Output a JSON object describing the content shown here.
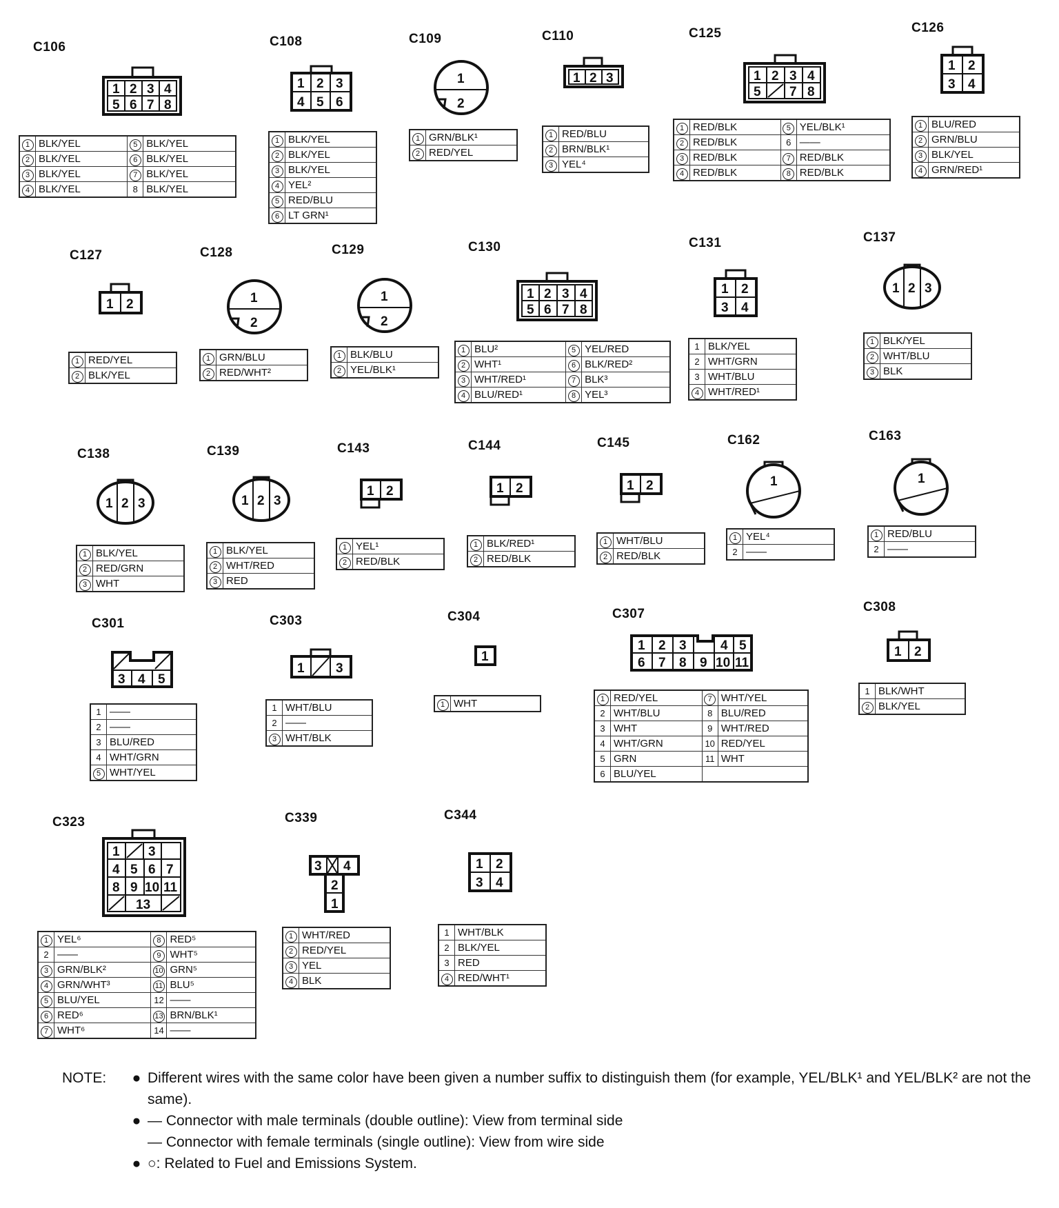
{
  "connectors": {
    "c106": {
      "id": "C106",
      "wires": [
        {
          "pin": "1",
          "circled": true,
          "color": "BLK/YEL"
        },
        {
          "pin": "2",
          "circled": true,
          "color": "BLK/YEL"
        },
        {
          "pin": "3",
          "circled": true,
          "color": "BLK/YEL"
        },
        {
          "pin": "4",
          "circled": true,
          "color": "BLK/YEL"
        },
        {
          "pin": "5",
          "circled": true,
          "color": "BLK/YEL"
        },
        {
          "pin": "6",
          "circled": true,
          "color": "BLK/YEL"
        },
        {
          "pin": "7",
          "circled": true,
          "color": "BLK/YEL"
        },
        {
          "pin": "8",
          "circled": false,
          "color": "BLK/YEL"
        }
      ]
    },
    "c108": {
      "id": "C108",
      "wires": [
        {
          "pin": "1",
          "circled": true,
          "color": "BLK/YEL"
        },
        {
          "pin": "2",
          "circled": true,
          "color": "BLK/YEL"
        },
        {
          "pin": "3",
          "circled": true,
          "color": "BLK/YEL"
        },
        {
          "pin": "4",
          "circled": true,
          "color": "YEL²"
        },
        {
          "pin": "5",
          "circled": true,
          "color": "RED/BLU"
        },
        {
          "pin": "6",
          "circled": true,
          "color": "LT GRN¹"
        }
      ]
    },
    "c109": {
      "id": "C109",
      "wires": [
        {
          "pin": "1",
          "circled": true,
          "color": "GRN/BLK¹"
        },
        {
          "pin": "2",
          "circled": true,
          "color": "RED/YEL"
        }
      ]
    },
    "c110": {
      "id": "C110",
      "wires": [
        {
          "pin": "1",
          "circled": true,
          "color": "RED/BLU"
        },
        {
          "pin": "2",
          "circled": true,
          "color": "BRN/BLK¹"
        },
        {
          "pin": "3",
          "circled": true,
          "color": "YEL⁴"
        }
      ]
    },
    "c125": {
      "id": "C125",
      "wires": [
        {
          "pin": "1",
          "circled": true,
          "color": "RED/BLK"
        },
        {
          "pin": "2",
          "circled": true,
          "color": "RED/BLK"
        },
        {
          "pin": "3",
          "circled": true,
          "color": "RED/BLK"
        },
        {
          "pin": "4",
          "circled": true,
          "color": "RED/BLK"
        },
        {
          "pin": "5",
          "circled": true,
          "color": "YEL/BLK¹"
        },
        {
          "pin": "6",
          "circled": false,
          "color": "——"
        },
        {
          "pin": "7",
          "circled": true,
          "color": "RED/BLK"
        },
        {
          "pin": "8",
          "circled": true,
          "color": "RED/BLK"
        }
      ]
    },
    "c126": {
      "id": "C126",
      "wires": [
        {
          "pin": "1",
          "circled": true,
          "color": "BLU/RED"
        },
        {
          "pin": "2",
          "circled": true,
          "color": "GRN/BLU"
        },
        {
          "pin": "3",
          "circled": true,
          "color": "BLK/YEL"
        },
        {
          "pin": "4",
          "circled": true,
          "color": "GRN/RED¹"
        }
      ]
    },
    "c127": {
      "id": "C127",
      "wires": [
        {
          "pin": "1",
          "circled": true,
          "color": "RED/YEL"
        },
        {
          "pin": "2",
          "circled": true,
          "color": "BLK/YEL"
        }
      ]
    },
    "c128": {
      "id": "C128",
      "wires": [
        {
          "pin": "1",
          "circled": true,
          "color": "GRN/BLU"
        },
        {
          "pin": "2",
          "circled": true,
          "color": "RED/WHT²"
        }
      ]
    },
    "c129": {
      "id": "C129",
      "wires": [
        {
          "pin": "1",
          "circled": true,
          "color": "BLK/BLU"
        },
        {
          "pin": "2",
          "circled": true,
          "color": "YEL/BLK¹"
        }
      ]
    },
    "c130": {
      "id": "C130",
      "wires": [
        {
          "pin": "1",
          "circled": true,
          "color": "BLU²"
        },
        {
          "pin": "2",
          "circled": true,
          "color": "WHT¹"
        },
        {
          "pin": "3",
          "circled": true,
          "color": "WHT/RED¹"
        },
        {
          "pin": "4",
          "circled": true,
          "color": "BLU/RED¹"
        },
        {
          "pin": "5",
          "circled": true,
          "color": "YEL/RED"
        },
        {
          "pin": "6",
          "circled": true,
          "color": "BLK/RED²"
        },
        {
          "pin": "7",
          "circled": true,
          "color": "BLK³"
        },
        {
          "pin": "8",
          "circled": true,
          "color": "YEL³"
        }
      ]
    },
    "c131": {
      "id": "C131",
      "wires": [
        {
          "pin": "1",
          "circled": false,
          "color": "BLK/YEL"
        },
        {
          "pin": "2",
          "circled": false,
          "color": "WHT/GRN"
        },
        {
          "pin": "3",
          "circled": false,
          "color": "WHT/BLU"
        },
        {
          "pin": "4",
          "circled": true,
          "color": "WHT/RED¹"
        }
      ]
    },
    "c137": {
      "id": "C137",
      "wires": [
        {
          "pin": "1",
          "circled": true,
          "color": "BLK/YEL"
        },
        {
          "pin": "2",
          "circled": true,
          "color": "WHT/BLU"
        },
        {
          "pin": "3",
          "circled": true,
          "color": "BLK"
        }
      ]
    },
    "c138": {
      "id": "C138",
      "wires": [
        {
          "pin": "1",
          "circled": true,
          "color": "BLK/YEL"
        },
        {
          "pin": "2",
          "circled": true,
          "color": "RED/GRN"
        },
        {
          "pin": "3",
          "circled": true,
          "color": "WHT"
        }
      ]
    },
    "c139": {
      "id": "C139",
      "wires": [
        {
          "pin": "1",
          "circled": true,
          "color": "BLK/YEL"
        },
        {
          "pin": "2",
          "circled": true,
          "color": "WHT/RED"
        },
        {
          "pin": "3",
          "circled": true,
          "color": "RED"
        }
      ]
    },
    "c143": {
      "id": "C143",
      "wires": [
        {
          "pin": "1",
          "circled": true,
          "color": "YEL¹"
        },
        {
          "pin": "2",
          "circled": true,
          "color": "RED/BLK"
        }
      ]
    },
    "c144": {
      "id": "C144",
      "wires": [
        {
          "pin": "1",
          "circled": true,
          "color": "BLK/RED¹"
        },
        {
          "pin": "2",
          "circled": true,
          "color": "RED/BLK"
        }
      ]
    },
    "c145": {
      "id": "C145",
      "wires": [
        {
          "pin": "1",
          "circled": true,
          "color": "WHT/BLU"
        },
        {
          "pin": "2",
          "circled": true,
          "color": "RED/BLK"
        }
      ]
    },
    "c162": {
      "id": "C162",
      "wires": [
        {
          "pin": "1",
          "circled": true,
          "color": "YEL⁴"
        },
        {
          "pin": "2",
          "circled": false,
          "color": "——"
        }
      ]
    },
    "c163": {
      "id": "C163",
      "wires": [
        {
          "pin": "1",
          "circled": true,
          "color": "RED/BLU"
        },
        {
          "pin": "2",
          "circled": false,
          "color": "——"
        }
      ]
    },
    "c301": {
      "id": "C301",
      "wires": [
        {
          "pin": "1",
          "circled": false,
          "color": "——"
        },
        {
          "pin": "2",
          "circled": false,
          "color": "——"
        },
        {
          "pin": "3",
          "circled": false,
          "color": "BLU/RED"
        },
        {
          "pin": "4",
          "circled": false,
          "color": "WHT/GRN"
        },
        {
          "pin": "5",
          "circled": true,
          "color": "WHT/YEL"
        }
      ]
    },
    "c303": {
      "id": "C303",
      "wires": [
        {
          "pin": "1",
          "circled": false,
          "color": "WHT/BLU"
        },
        {
          "pin": "2",
          "circled": false,
          "color": "——"
        },
        {
          "pin": "3",
          "circled": true,
          "color": "WHT/BLK"
        }
      ]
    },
    "c304": {
      "id": "C304",
      "wires": [
        {
          "pin": "1",
          "circled": true,
          "color": "WHT"
        }
      ]
    },
    "c307": {
      "id": "C307",
      "wires": [
        {
          "pin": "1",
          "circled": true,
          "color": "RED/YEL"
        },
        {
          "pin": "2",
          "circled": false,
          "color": "WHT/BLU"
        },
        {
          "pin": "3",
          "circled": false,
          "color": "WHT"
        },
        {
          "pin": "4",
          "circled": false,
          "color": "WHT/GRN"
        },
        {
          "pin": "5",
          "circled": false,
          "color": "GRN"
        },
        {
          "pin": "6",
          "circled": false,
          "color": "BLU/YEL"
        },
        {
          "pin": "7",
          "circled": true,
          "color": "WHT/YEL"
        },
        {
          "pin": "8",
          "circled": false,
          "color": "BLU/RED"
        },
        {
          "pin": "9",
          "circled": false,
          "color": "WHT/RED"
        },
        {
          "pin": "10",
          "circled": false,
          "color": "RED/YEL"
        },
        {
          "pin": "11",
          "circled": false,
          "color": "WHT"
        }
      ]
    },
    "c308": {
      "id": "C308",
      "wires": [
        {
          "pin": "1",
          "circled": false,
          "color": "BLK/WHT"
        },
        {
          "pin": "2",
          "circled": true,
          "color": "BLK/YEL"
        }
      ]
    },
    "c323": {
      "id": "C323",
      "wires": [
        {
          "pin": "1",
          "circled": true,
          "color": "YEL⁶"
        },
        {
          "pin": "2",
          "circled": false,
          "color": "——"
        },
        {
          "pin": "3",
          "circled": true,
          "color": "GRN/BLK²"
        },
        {
          "pin": "4",
          "circled": true,
          "color": "GRN/WHT³"
        },
        {
          "pin": "5",
          "circled": true,
          "color": "BLU/YEL"
        },
        {
          "pin": "6",
          "circled": true,
          "color": "RED⁶"
        },
        {
          "pin": "7",
          "circled": true,
          "color": "WHT⁶"
        },
        {
          "pin": "8",
          "circled": true,
          "color": "RED⁵"
        },
        {
          "pin": "9",
          "circled": true,
          "color": "WHT⁵"
        },
        {
          "pin": "10",
          "circled": true,
          "color": "GRN⁵"
        },
        {
          "pin": "11",
          "circled": true,
          "color": "BLU⁵"
        },
        {
          "pin": "12",
          "circled": false,
          "color": "——"
        },
        {
          "pin": "13",
          "circled": true,
          "color": "BRN/BLK¹"
        },
        {
          "pin": "14",
          "circled": false,
          "color": "——"
        }
      ]
    },
    "c339": {
      "id": "C339",
      "wires": [
        {
          "pin": "1",
          "circled": true,
          "color": "WHT/RED"
        },
        {
          "pin": "2",
          "circled": true,
          "color": "RED/YEL"
        },
        {
          "pin": "3",
          "circled": true,
          "color": "YEL"
        },
        {
          "pin": "4",
          "circled": true,
          "color": "BLK"
        }
      ]
    },
    "c344": {
      "id": "C344",
      "wires": [
        {
          "pin": "1",
          "circled": false,
          "color": "WHT/BLK"
        },
        {
          "pin": "2",
          "circled": false,
          "color": "BLK/YEL"
        },
        {
          "pin": "3",
          "circled": false,
          "color": "RED"
        },
        {
          "pin": "4",
          "circled": true,
          "color": "RED/WHT¹"
        }
      ]
    }
  },
  "note": {
    "label": "NOTE:",
    "bullet1": "Different wires with the same color have been given a number suffix to distinguish them (for example, YEL/BLK¹ and YEL/BLK² are not the same).",
    "bullet2a": "— Connector with male terminals (double outline): View from terminal side",
    "bullet2b": "— Connector with female terminals (single outline): View from wire side",
    "bullet3": "○: Related to Fuel and Emissions System."
  }
}
